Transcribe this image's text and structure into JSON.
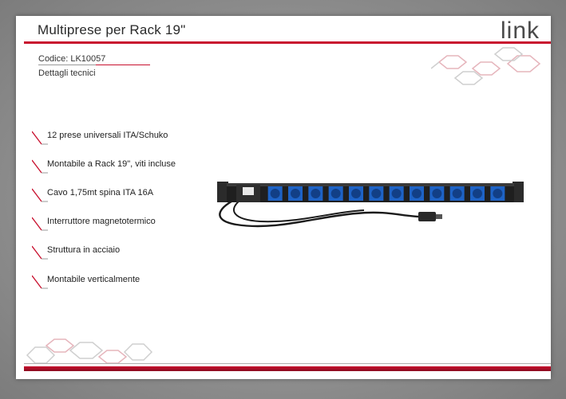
{
  "slide": {
    "title": "Multiprese per Rack 19\"",
    "logo": "link",
    "code": "Codice: LK10057",
    "details_label": "Dettagli tecnici"
  },
  "features": [
    {
      "label": "12 prese universali ITA/Schuko"
    },
    {
      "label": "Montabile a Rack 19\", viti incluse"
    },
    {
      "label": "Cavo 1,75mt spina ITA 16A"
    },
    {
      "label": "Interruttore magnetotermico"
    },
    {
      "label": "Struttura in acciaio"
    },
    {
      "label": "Montabile verticalmente"
    }
  ],
  "colors": {
    "accent_red": "#c8102e",
    "text": "#222222",
    "socket_blue": "#1e63c6"
  },
  "product_image": {
    "socket_count": 12
  }
}
